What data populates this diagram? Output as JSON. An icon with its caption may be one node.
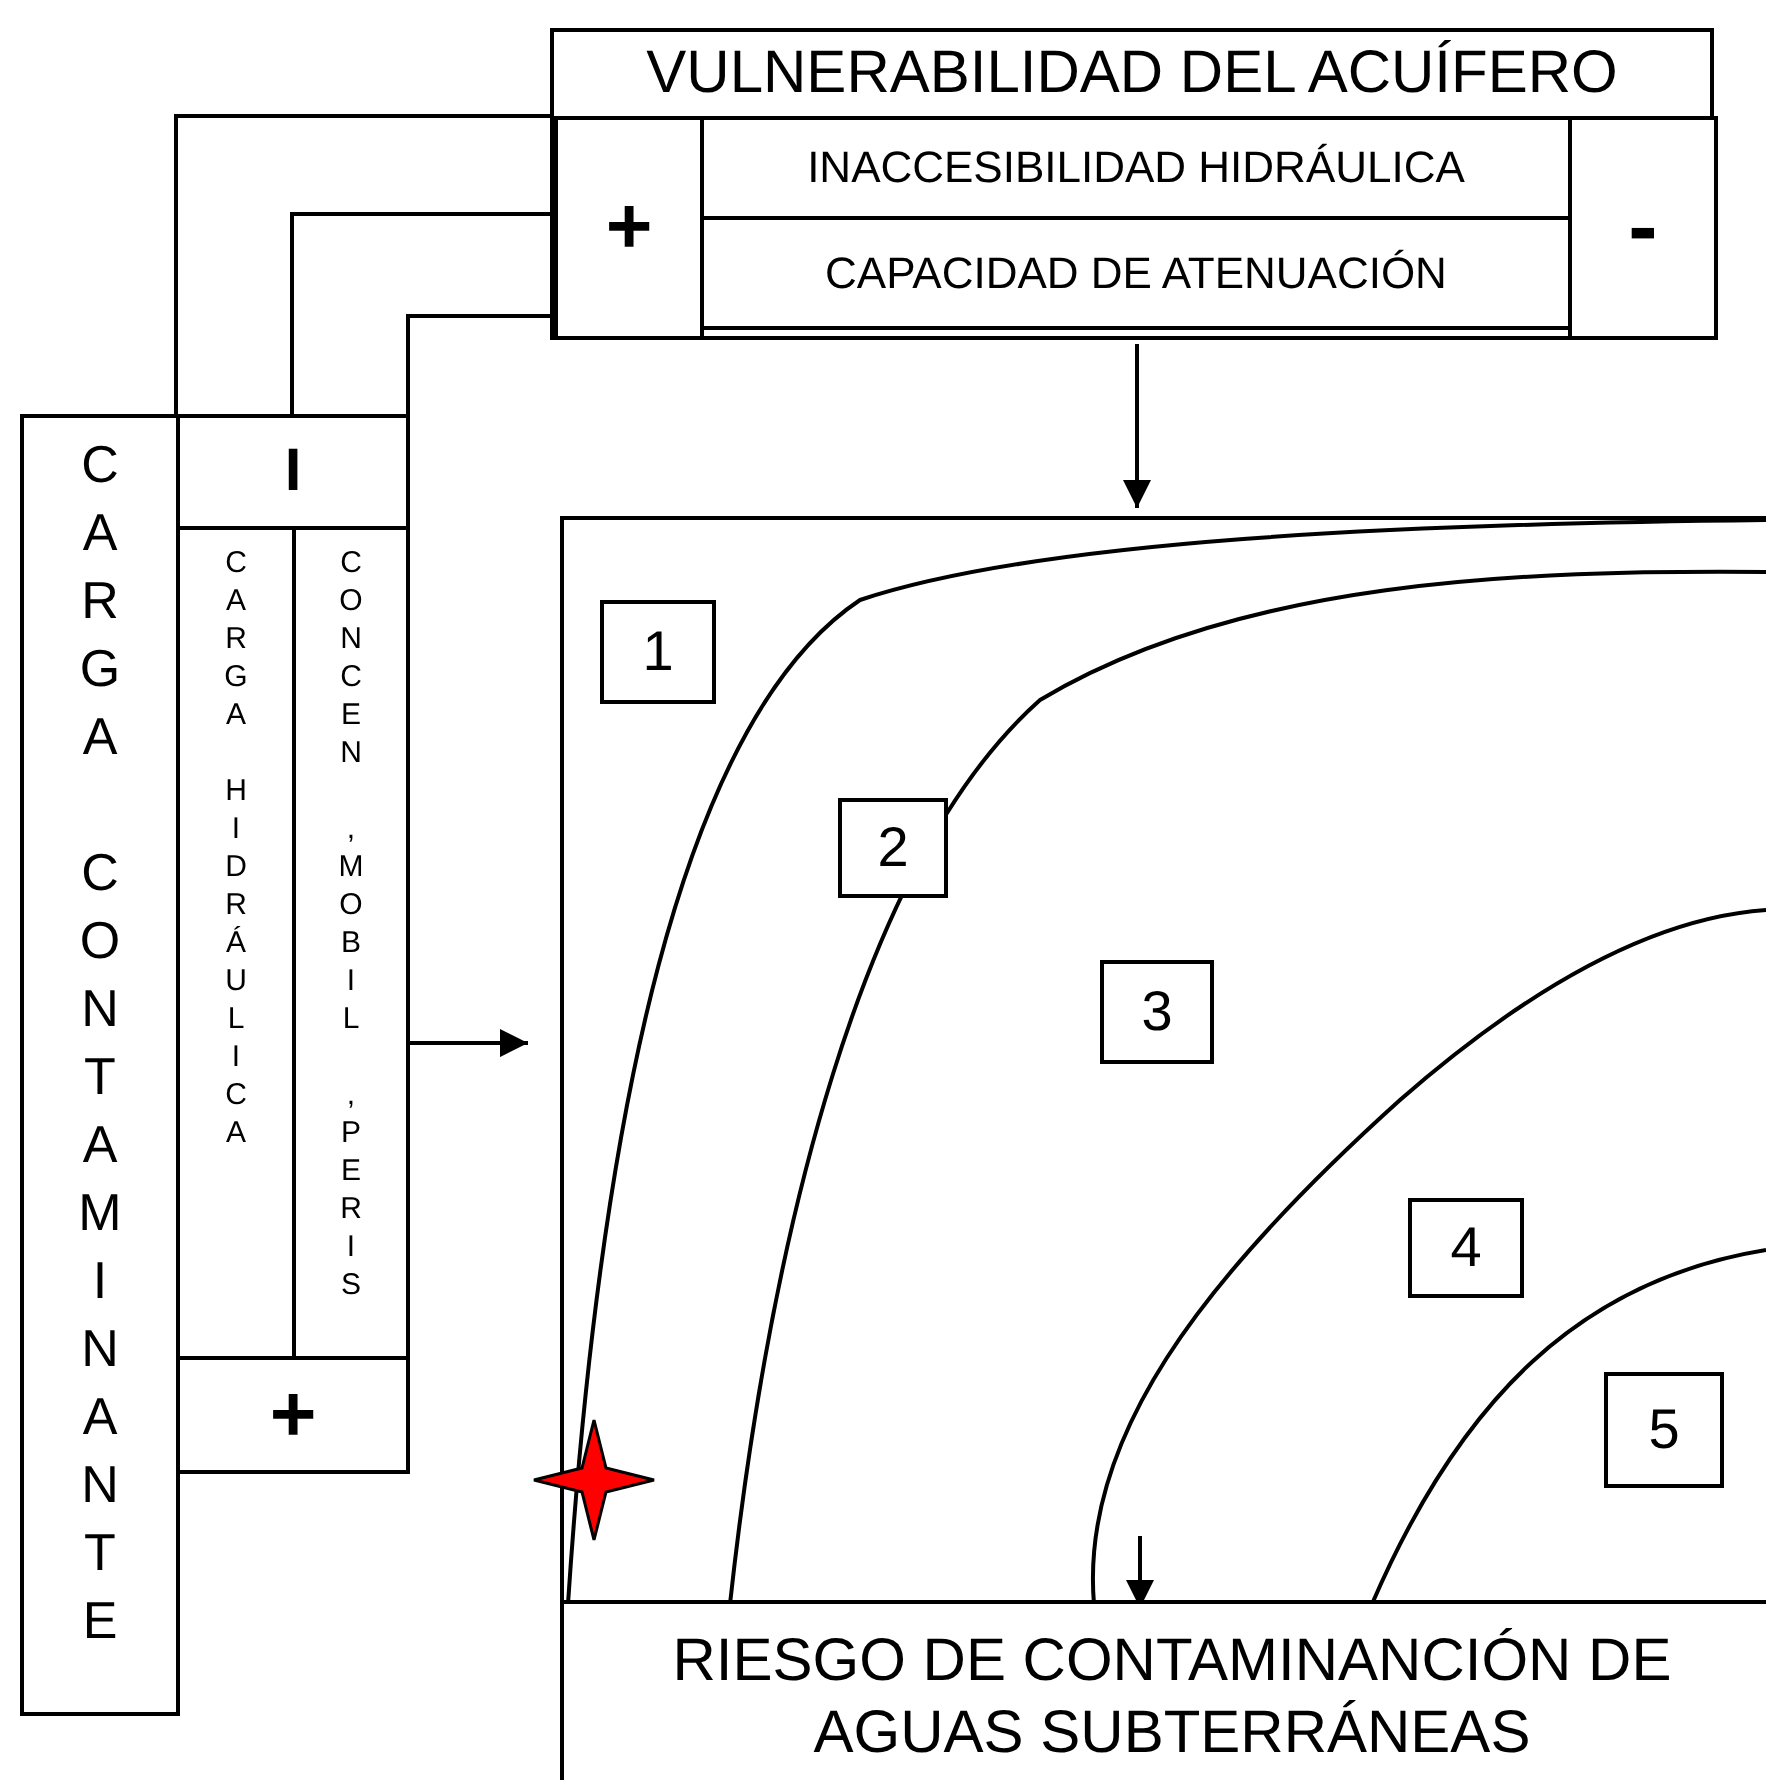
{
  "diagram": {
    "nodes": [
      {
        "text": [
          "VULNERABILIDAD DEL ACUÍFERO"
        ]
      },
      {
        "text": [
          "+"
        ],
        "in": 0
      },
      {
        "text": [
          "INACCESIBILIDAD HIDRÁULICA"
        ],
        "in": 0
      },
      {
        "text": [
          "CAPACIDAD DE ATENUACIÓN"
        ],
        "in": 0
      },
      {
        "text": [
          "-"
        ],
        "in": 0
      },
      {
        "text": [
          "CARGA CONTAMINANTE"
        ]
      },
      {
        "text": [
          "I"
        ]
      },
      {
        "text": [
          "CARGA HIDRÁULICA"
        ]
      },
      {
        "text": [
          "CONCEN ,MOBIL ,PERIS"
        ]
      },
      {
        "text": [
          "+"
        ]
      },
      {
        "text": [],
        "shape": "box"
      },
      {
        "text": [
          "1"
        ],
        "in": 10
      },
      {
        "text": [
          "2"
        ],
        "in": 10
      },
      {
        "text": [
          "3"
        ],
        "in": 10
      },
      {
        "text": [
          "4"
        ],
        "in": 10
      },
      {
        "text": [
          "5"
        ],
        "in": 10
      },
      {
        "text": [
          "RIESGO DE CONTAMINANCIÓN DE AGUAS SUBTERRÁNEAS"
        ]
      }
    ],
    "edges": [
      {
        "from": 5,
        "to": 1,
        "arrow": "none"
      },
      {
        "from": 6,
        "to": 1,
        "arrow": "none"
      },
      {
        "from": 8,
        "to": 1,
        "arrow": "none"
      },
      {
        "from": 0,
        "to": 10,
        "arrow": "to"
      },
      {
        "from": 8,
        "to": 10,
        "arrow": "to"
      },
      {
        "from": null,
        "to": 16,
        "arrow": "to"
      }
    ]
  }
}
